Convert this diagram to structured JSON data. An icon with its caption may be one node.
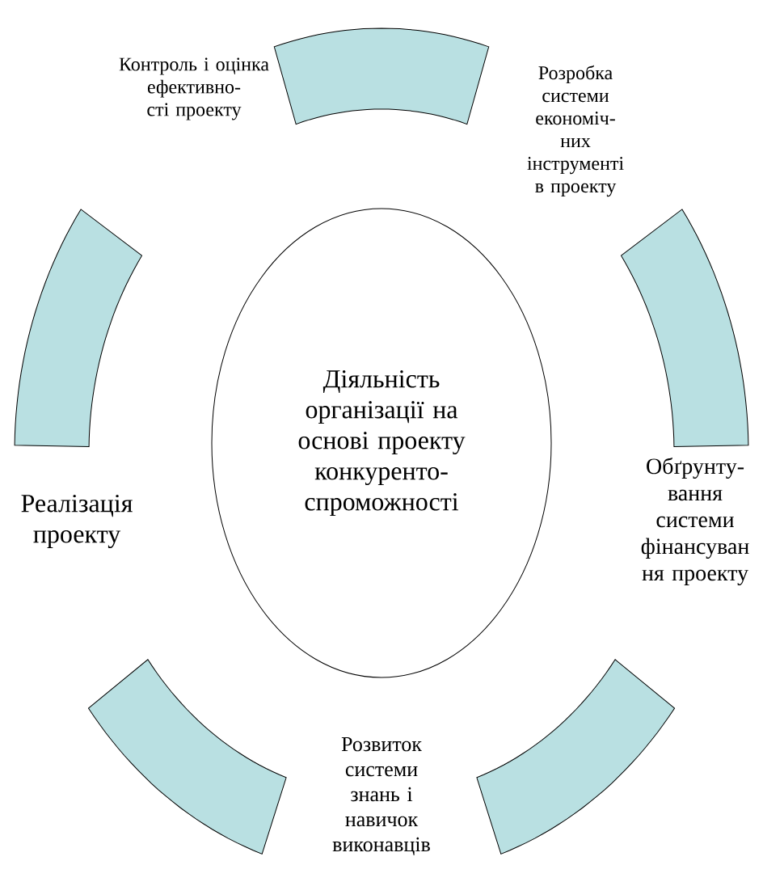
{
  "diagram": {
    "nodes": [
      {
        "text": [
          "Діяльність організації  на основі проекту конкуренто- спроможності"
        ]
      },
      {
        "text": [],
        "shape": "arc"
      },
      {
        "text": [],
        "shape": "arc"
      },
      {
        "text": [],
        "shape": "arc"
      },
      {
        "text": [],
        "shape": "arc"
      },
      {
        "text": [],
        "shape": "arc"
      }
    ],
    "labels": [
      "Контроль і оцінка ефективно- сті проекту",
      "Розробка системи економіч- них інструменті в проекту",
      "Реалізація проекту",
      "Обґрунту- вання системи фінансуван ня проекту",
      "Розвиток системи знань і навичок виконавців"
    ]
  }
}
